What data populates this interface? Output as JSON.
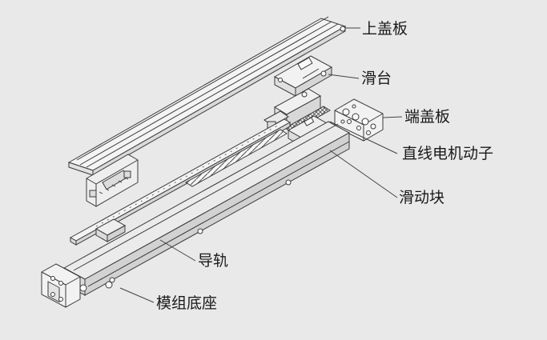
{
  "diagram": {
    "labels": {
      "top_cover": "上盖板",
      "slide_table": "滑台",
      "end_cover": "端盖板",
      "linear_motor_mover": "直线电机动子",
      "slider_block": "滑动块",
      "guide_rail": "导轨",
      "module_base": "模组底座"
    },
    "colors": {
      "background": "#e9e9e9",
      "line": "#3a3a3a",
      "part_fill": "#f4f4f4",
      "text": "#1a1a1a"
    }
  }
}
